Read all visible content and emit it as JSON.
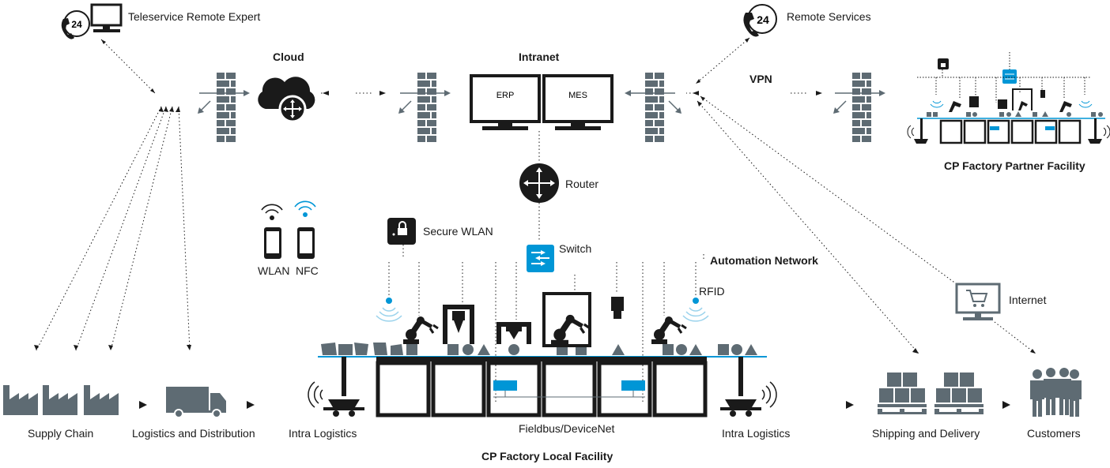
{
  "labels": {
    "teleservice": "Teleservice Remote Expert",
    "remote_services": "Remote Services",
    "cloud": "Cloud",
    "intranet": "Intranet",
    "vpn": "VPN",
    "erp": "ERP",
    "mes": "MES",
    "router": "Router",
    "switch": "Switch",
    "secure_wlan": "Secure WLAN",
    "wlan": "WLAN",
    "nfc": "NFC",
    "automation_network": "Automation Network",
    "rfid": "RFID",
    "internet": "Internet",
    "partner_facility": "CP Factory Partner Facility",
    "local_facility": "CP Factory Local Facility",
    "fieldbus": "Fieldbus/DeviceNet",
    "supply_chain": "Supply Chain",
    "logistics_distribution": "Logistics and Distribution",
    "intra_logistics_left": "Intra Logistics",
    "intra_logistics_right": "Intra Logistics",
    "shipping_delivery": "Shipping and Delivery",
    "customers": "Customers",
    "hotline_24_left": "24",
    "hotline_24_right": "24"
  },
  "colors": {
    "dark": "#1a1a1a",
    "gray": "#5e6b73",
    "blue": "#0096d6",
    "light_blue": "#9bd3ec"
  },
  "icons": [
    "phone-24-icon",
    "monitor-icon",
    "firewall-icon",
    "cloud-icon",
    "router-icon",
    "switch-icon",
    "lock-icon",
    "smartphone-icon",
    "factory-icon",
    "truck-icon",
    "agv-icon",
    "robot-arm-icon",
    "pallet-icon",
    "people-icon",
    "cart-monitor-icon",
    "wifi-icon"
  ]
}
